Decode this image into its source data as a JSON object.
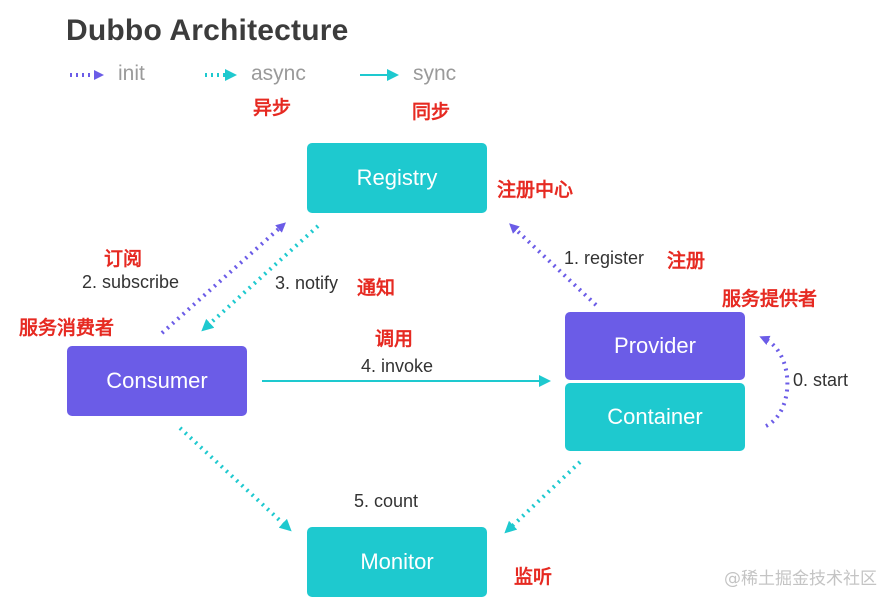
{
  "title": "Dubbo Architecture",
  "legend": {
    "init": "init",
    "async": "async",
    "sync": "sync",
    "async_cn": "异步",
    "sync_cn": "同步"
  },
  "nodes": {
    "registry": "Registry",
    "consumer": "Consumer",
    "provider": "Provider",
    "container": "Container",
    "monitor": "Monitor"
  },
  "edges": {
    "register": "1. register",
    "subscribe": "2. subscribe",
    "notify": "3. notify",
    "invoke": "4. invoke",
    "count": "5. count",
    "start": "0. start"
  },
  "annotations_cn": {
    "registry": "注册中心",
    "subscribe": "订阅",
    "consumer": "服务消费者",
    "notify": "通知",
    "invoke": "调用",
    "register": "注册",
    "provider": "服务提供者",
    "monitor": "监听"
  },
  "watermark": "@稀土掘金技术社区",
  "colors": {
    "teal": "#1ec9cf",
    "purple": "#6b5ce7",
    "annotation_red": "#e62a22",
    "title": "#3c3c3c"
  }
}
